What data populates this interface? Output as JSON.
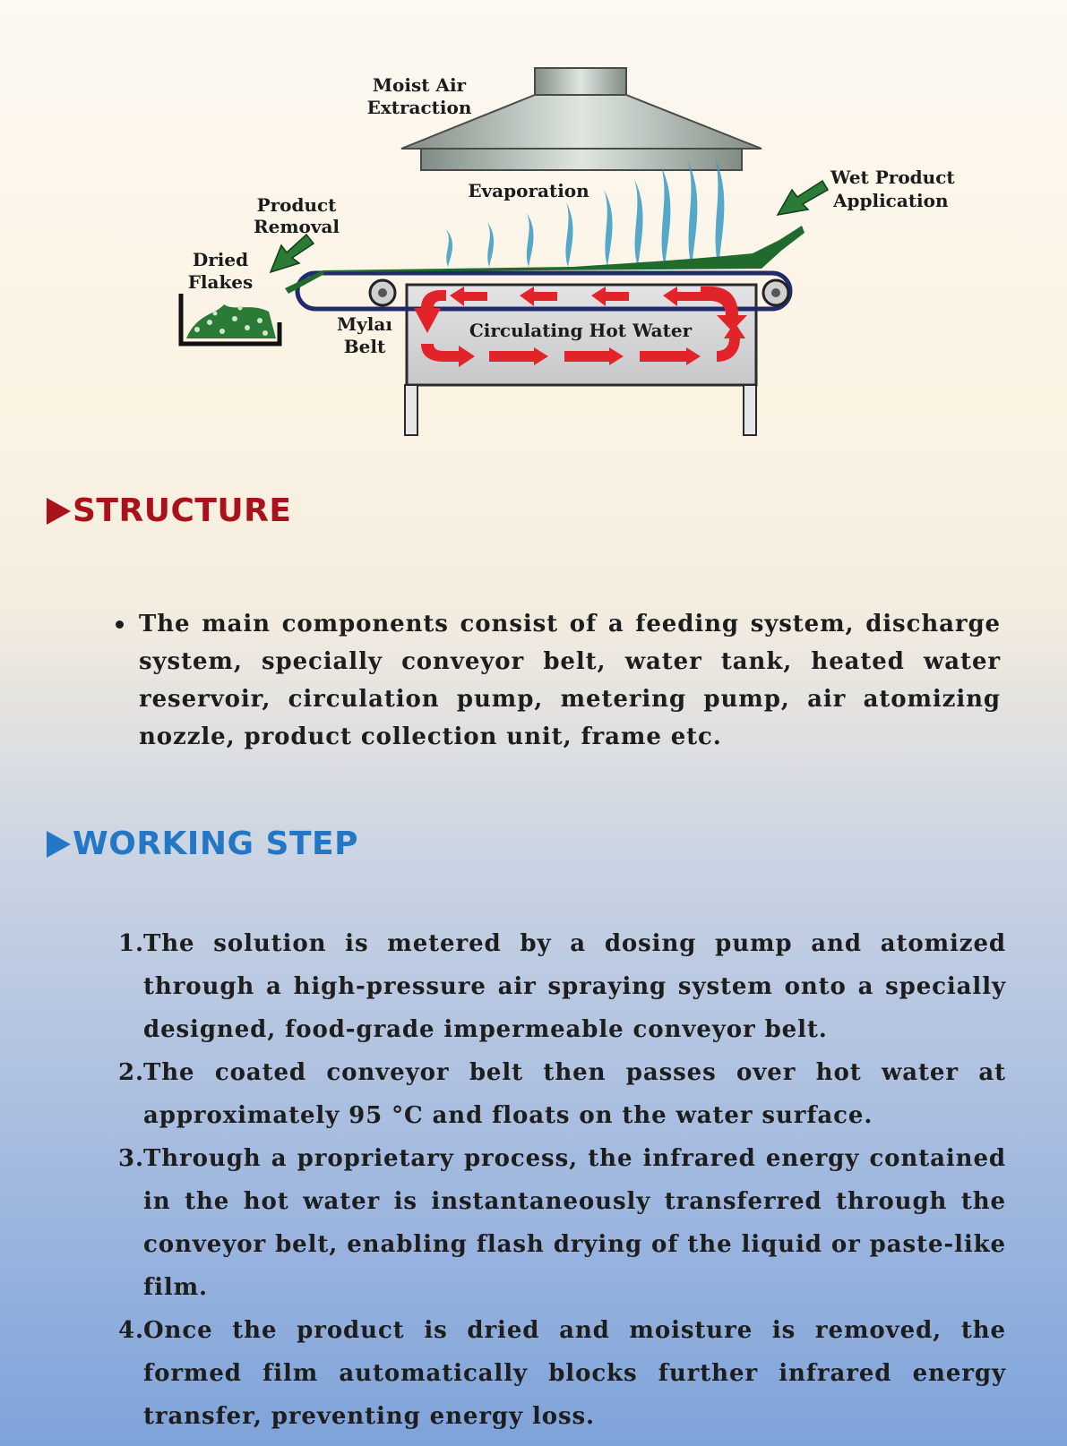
{
  "diagram": {
    "labels": {
      "moist_air_1": "Moist Air",
      "moist_air_2": "Extraction",
      "evaporation": "Evaporation",
      "wet_product_1": "Wet Product",
      "wet_product_2": "Application",
      "product_removal_1": "Product",
      "product_removal_2": "Removal",
      "dried_flakes_1": "Dried",
      "dried_flakes_2": "Flakes",
      "mylar_1": "Mylaı",
      "mylar_2": "Belt",
      "circulating": "Circulating Hot Water"
    },
    "colors": {
      "hood": "#a9b5ad",
      "product_green": "#1f6a2c",
      "belt": "#1f2b6b",
      "arrow_red": "#e0242a",
      "tank": "#d8d8da",
      "vapor": "#3a9bc4"
    }
  },
  "structure": {
    "heading": "STRUCTURE",
    "items": [
      "The main components consist of a feeding system, discharge system, specially conveyor belt, water tank, heated water reservoir, circulation pump, metering pump, air atomizing nozzle, product collection unit, frame etc."
    ]
  },
  "working_step": {
    "heading": "WORKING STEP",
    "steps": [
      {
        "num": "1.",
        "text": "The solution is metered by a dosing pump and atomized through a high-pressure air spraying system onto a specially designed, food-grade impermeable conveyor belt."
      },
      {
        "num": "2.",
        "text": "The coated conveyor belt then passes over hot water at approximately 95 °C and floats on the water surface."
      },
      {
        "num": "3.",
        "text": "Through a proprietary process, the infrared energy contained in the hot water is instantaneously transferred through the conveyor belt, enabling flash drying of the liquid or paste-like film."
      },
      {
        "num": "4.",
        "text": "Once the product is dried and moisture is removed, the formed film automatically blocks further infrared energy transfer, preventing energy loss."
      }
    ]
  },
  "colors": {
    "structure_heading": "#a8131b",
    "working_heading": "#2377c4"
  }
}
